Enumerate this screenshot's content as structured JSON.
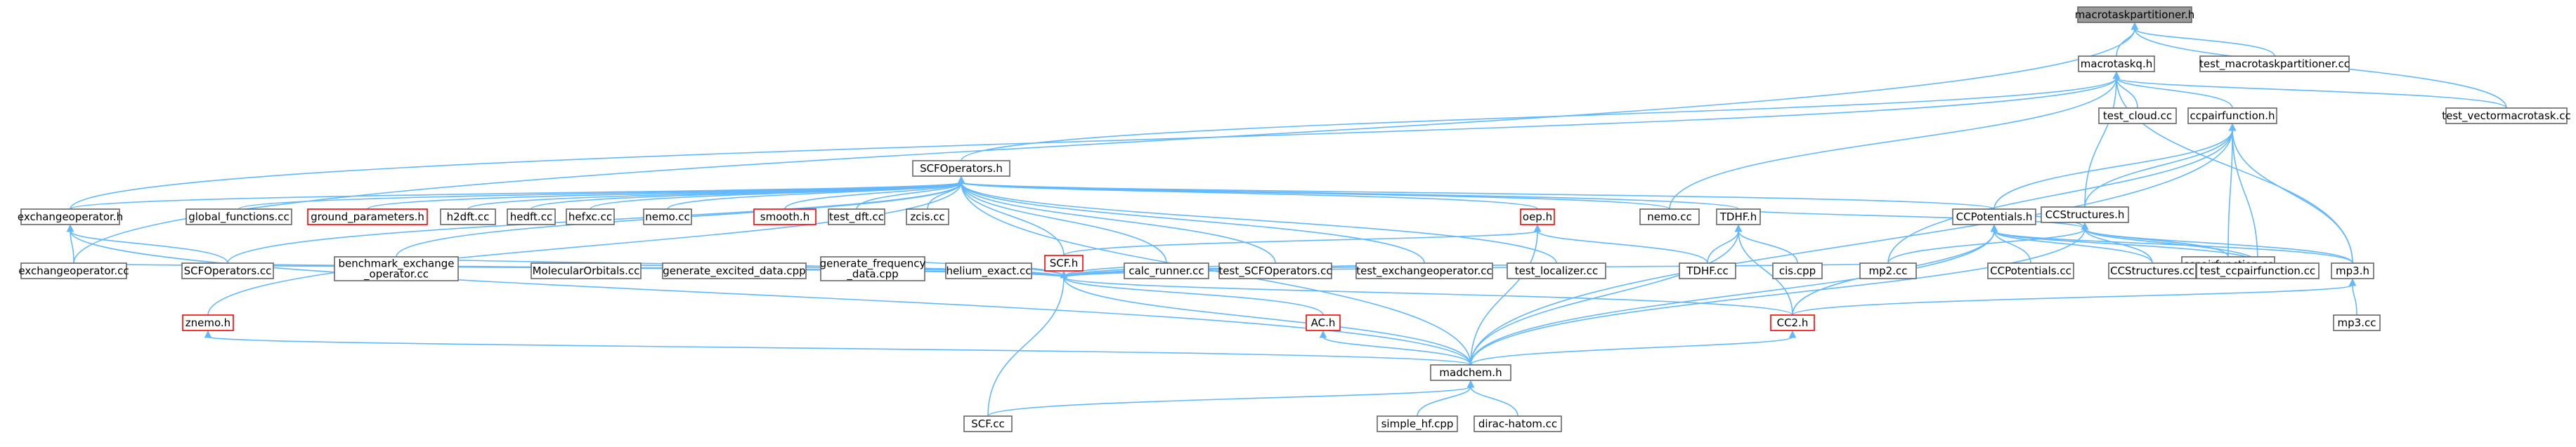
{
  "colors": {
    "edge": "#63b8ff",
    "node_border": "#666666",
    "node_fill": "#ffffff",
    "root_fill": "#999999",
    "root_border": "#666666",
    "incomplete_border": "#ff0000"
  },
  "nodes": [
    {
      "id": "root",
      "label": "macrotaskpartitioner.h",
      "style": "root"
    },
    {
      "id": "macrotaskq_h",
      "label": "macrotaskq.h",
      "style": "normal"
    },
    {
      "id": "test_macrotaskpartitioner",
      "label": "test_macrotaskpartitioner.cc",
      "style": "normal"
    },
    {
      "id": "test_vectormacrotask",
      "label": "test_vectormacrotask.cc",
      "style": "normal"
    },
    {
      "id": "test_cloud",
      "label": "test_cloud.cc",
      "style": "normal"
    },
    {
      "id": "ccpairfunction_h",
      "label": "ccpairfunction.h",
      "style": "normal"
    },
    {
      "id": "scfoperators_h",
      "label": "SCFOperators.h",
      "style": "normal"
    },
    {
      "id": "ccstructures_h",
      "label": "CCStructures.h",
      "style": "normal"
    },
    {
      "id": "exchangeoperator_h",
      "label": "exchangeoperator.h",
      "style": "normal"
    },
    {
      "id": "global_functions",
      "label": "global_functions.cc",
      "style": "normal"
    },
    {
      "id": "ground_parameters",
      "label": "ground_parameters.h",
      "style": "incomplete"
    },
    {
      "id": "h2dft",
      "label": "h2dft.cc",
      "style": "normal"
    },
    {
      "id": "hedft",
      "label": "hedft.cc",
      "style": "normal"
    },
    {
      "id": "hefxc",
      "label": "hefxc.cc",
      "style": "normal"
    },
    {
      "id": "nemo_cc1",
      "label": "nemo.cc",
      "style": "normal"
    },
    {
      "id": "smooth_h",
      "label": "smooth.h",
      "style": "incomplete"
    },
    {
      "id": "test_dft",
      "label": "test_dft.cc",
      "style": "normal"
    },
    {
      "id": "zcis",
      "label": "zcis.cc",
      "style": "normal"
    },
    {
      "id": "oep_h",
      "label": "oep.h",
      "style": "incomplete"
    },
    {
      "id": "nemo_cc2",
      "label": "nemo.cc",
      "style": "normal"
    },
    {
      "id": "tdhf_h",
      "label": "TDHF.h",
      "style": "normal"
    },
    {
      "id": "ccpotentials_h",
      "label": "CCPotentials.h",
      "style": "normal"
    },
    {
      "id": "ccpairfunction_cc",
      "label": "ccpairfunction.cc",
      "style": "normal"
    },
    {
      "id": "scf_h",
      "label": "SCF.h",
      "style": "incomplete"
    },
    {
      "id": "exchangeoperator_cc",
      "label": "exchangeoperator.cc",
      "style": "normal"
    },
    {
      "id": "scfoperators_cc",
      "label": "SCFOperators.cc",
      "style": "normal"
    },
    {
      "id": "benchmark",
      "label": "benchmark_exchange\n_operator.cc",
      "style": "normal"
    },
    {
      "id": "molecularorbitals",
      "label": "MolecularOrbitals.cc",
      "style": "normal"
    },
    {
      "id": "gen_excited",
      "label": "generate_excited_data.cpp",
      "style": "normal"
    },
    {
      "id": "gen_freq",
      "label": "generate_frequency\n_data.cpp",
      "style": "normal"
    },
    {
      "id": "helium_exact",
      "label": "helium_exact.cc",
      "style": "normal"
    },
    {
      "id": "calc_runner",
      "label": "calc_runner.cc",
      "style": "normal"
    },
    {
      "id": "test_scfoperators",
      "label": "test_SCFOperators.cc",
      "style": "normal"
    },
    {
      "id": "test_exchangeoperator",
      "label": "test_exchangeoperator.cc",
      "style": "normal"
    },
    {
      "id": "test_localizer",
      "label": "test_localizer.cc",
      "style": "normal"
    },
    {
      "id": "tdhf_cc",
      "label": "TDHF.cc",
      "style": "normal"
    },
    {
      "id": "cis_cpp",
      "label": "cis.cpp",
      "style": "normal"
    },
    {
      "id": "mp2_cc",
      "label": "mp2.cc",
      "style": "normal"
    },
    {
      "id": "ccpotentials_cc",
      "label": "CCPotentials.cc",
      "style": "normal"
    },
    {
      "id": "ccstructures_cc",
      "label": "CCStructures.cc",
      "style": "normal"
    },
    {
      "id": "test_ccpairfunction",
      "label": "test_ccpairfunction.cc",
      "style": "normal"
    },
    {
      "id": "mp3_h",
      "label": "mp3.h",
      "style": "normal"
    },
    {
      "id": "mp3_cc",
      "label": "mp3.cc",
      "style": "normal"
    },
    {
      "id": "znemo_h",
      "label": "znemo.h",
      "style": "incomplete"
    },
    {
      "id": "ac_h",
      "label": "AC.h",
      "style": "incomplete"
    },
    {
      "id": "cc2_h",
      "label": "CC2.h",
      "style": "incomplete"
    },
    {
      "id": "madchem_h",
      "label": "madchem.h",
      "style": "normal"
    },
    {
      "id": "scf_cc",
      "label": "SCF.cc",
      "style": "normal"
    },
    {
      "id": "simple_hf",
      "label": "simple_hf.cpp",
      "style": "normal"
    },
    {
      "id": "dirac_hatom",
      "label": "dirac-hatom.cc",
      "style": "normal"
    }
  ],
  "edges": [
    [
      "root",
      "macrotaskq_h"
    ],
    [
      "root",
      "test_macrotaskpartitioner"
    ],
    [
      "root",
      "test_vectormacrotask"
    ],
    [
      "root",
      "exchangeoperator_cc"
    ],
    [
      "macrotaskq_h",
      "test_cloud"
    ],
    [
      "macrotaskq_h",
      "ccpairfunction_h"
    ],
    [
      "macrotaskq_h",
      "scfoperators_h"
    ],
    [
      "macrotaskq_h",
      "ccstructures_h"
    ],
    [
      "macrotaskq_h",
      "exchangeoperator_h"
    ],
    [
      "macrotaskq_h",
      "test_vectormacrotask"
    ],
    [
      "macrotaskq_h",
      "nemo_cc2"
    ],
    [
      "macrotaskq_h",
      "mp3_h"
    ],
    [
      "ccpairfunction_h",
      "ccstructures_h"
    ],
    [
      "ccpairfunction_h",
      "ccpotentials_h"
    ],
    [
      "ccpairfunction_h",
      "ccpairfunction_cc"
    ],
    [
      "ccpairfunction_h",
      "test_ccpairfunction"
    ],
    [
      "ccpairfunction_h",
      "mp2_cc"
    ],
    [
      "ccpairfunction_h",
      "mp3_h"
    ],
    [
      "ccpairfunction_h",
      "madchem_h"
    ],
    [
      "ccstructures_h",
      "ccpotentials_h"
    ],
    [
      "ccstructures_h",
      "tdhf_h"
    ],
    [
      "ccstructures_h",
      "ccpairfunction_cc"
    ],
    [
      "ccstructures_h",
      "ccstructures_cc"
    ],
    [
      "ccstructures_h",
      "test_ccpairfunction"
    ],
    [
      "ccstructures_h",
      "mp2_cc"
    ],
    [
      "ccstructures_h",
      "mp3_h"
    ],
    [
      "ccstructures_h",
      "madchem_h"
    ],
    [
      "ccpotentials_h",
      "ccpotentials_cc"
    ],
    [
      "ccpotentials_h",
      "ccstructures_cc"
    ],
    [
      "ccpotentials_h",
      "test_ccpairfunction"
    ],
    [
      "ccpotentials_h",
      "cc2_h"
    ],
    [
      "ccpotentials_h",
      "madchem_h"
    ],
    [
      "ccpotentials_h",
      "mp3_h"
    ],
    [
      "scfoperators_h",
      "exchangeoperator_h"
    ],
    [
      "scfoperators_h",
      "global_functions"
    ],
    [
      "scfoperators_h",
      "ground_parameters"
    ],
    [
      "scfoperators_h",
      "h2dft"
    ],
    [
      "scfoperators_h",
      "hedft"
    ],
    [
      "scfoperators_h",
      "hefxc"
    ],
    [
      "scfoperators_h",
      "nemo_cc1"
    ],
    [
      "scfoperators_h",
      "smooth_h"
    ],
    [
      "scfoperators_h",
      "test_dft"
    ],
    [
      "scfoperators_h",
      "zcis"
    ],
    [
      "scfoperators_h",
      "oep_h"
    ],
    [
      "scfoperators_h",
      "nemo_cc2"
    ],
    [
      "scfoperators_h",
      "tdhf_h"
    ],
    [
      "scfoperators_h",
      "ccpotentials_h"
    ],
    [
      "scfoperators_h",
      "scf_h"
    ],
    [
      "scfoperators_h",
      "scfoperators_cc"
    ],
    [
      "scfoperators_h",
      "benchmark"
    ],
    [
      "scfoperators_h",
      "calc_runner"
    ],
    [
      "scfoperators_h",
      "test_scfoperators"
    ],
    [
      "scfoperators_h",
      "test_exchangeoperator"
    ],
    [
      "scfoperators_h",
      "test_localizer"
    ],
    [
      "scfoperators_h",
      "znemo_h"
    ],
    [
      "scfoperators_h",
      "madchem_h"
    ],
    [
      "exchangeoperator_h",
      "exchangeoperator_cc"
    ],
    [
      "exchangeoperator_h",
      "scfoperators_cc"
    ],
    [
      "exchangeoperator_h",
      "madchem_h"
    ],
    [
      "oep_h",
      "tdhf_cc"
    ],
    [
      "oep_h",
      "madchem_h"
    ],
    [
      "oep_h",
      "scf_h"
    ],
    [
      "tdhf_h",
      "tdhf_cc"
    ],
    [
      "tdhf_h",
      "cis_cpp"
    ],
    [
      "tdhf_h",
      "cc2_h"
    ],
    [
      "tdhf_h",
      "madchem_h"
    ],
    [
      "scf_h",
      "exchangeoperator_cc"
    ],
    [
      "scf_h",
      "scfoperators_cc"
    ],
    [
      "scf_h",
      "benchmark"
    ],
    [
      "scf_h",
      "molecularorbitals"
    ],
    [
      "scf_h",
      "gen_excited"
    ],
    [
      "scf_h",
      "gen_freq"
    ],
    [
      "scf_h",
      "helium_exact"
    ],
    [
      "scf_h",
      "calc_runner"
    ],
    [
      "scf_h",
      "test_scfoperators"
    ],
    [
      "scf_h",
      "test_exchangeoperator"
    ],
    [
      "scf_h",
      "test_localizer"
    ],
    [
      "scf_h",
      "mp2_cc"
    ],
    [
      "scf_h",
      "ac_h"
    ],
    [
      "scf_h",
      "cc2_h"
    ],
    [
      "scf_h",
      "madchem_h"
    ],
    [
      "scf_h",
      "scf_cc"
    ],
    [
      "mp3_h",
      "mp3_cc"
    ],
    [
      "mp3_h",
      "cc2_h"
    ],
    [
      "znemo_h",
      "madchem_h"
    ],
    [
      "ac_h",
      "madchem_h"
    ],
    [
      "cc2_h",
      "madchem_h"
    ],
    [
      "madchem_h",
      "scf_cc"
    ],
    [
      "madchem_h",
      "simple_hf"
    ],
    [
      "madchem_h",
      "dirac_hatom"
    ]
  ]
}
